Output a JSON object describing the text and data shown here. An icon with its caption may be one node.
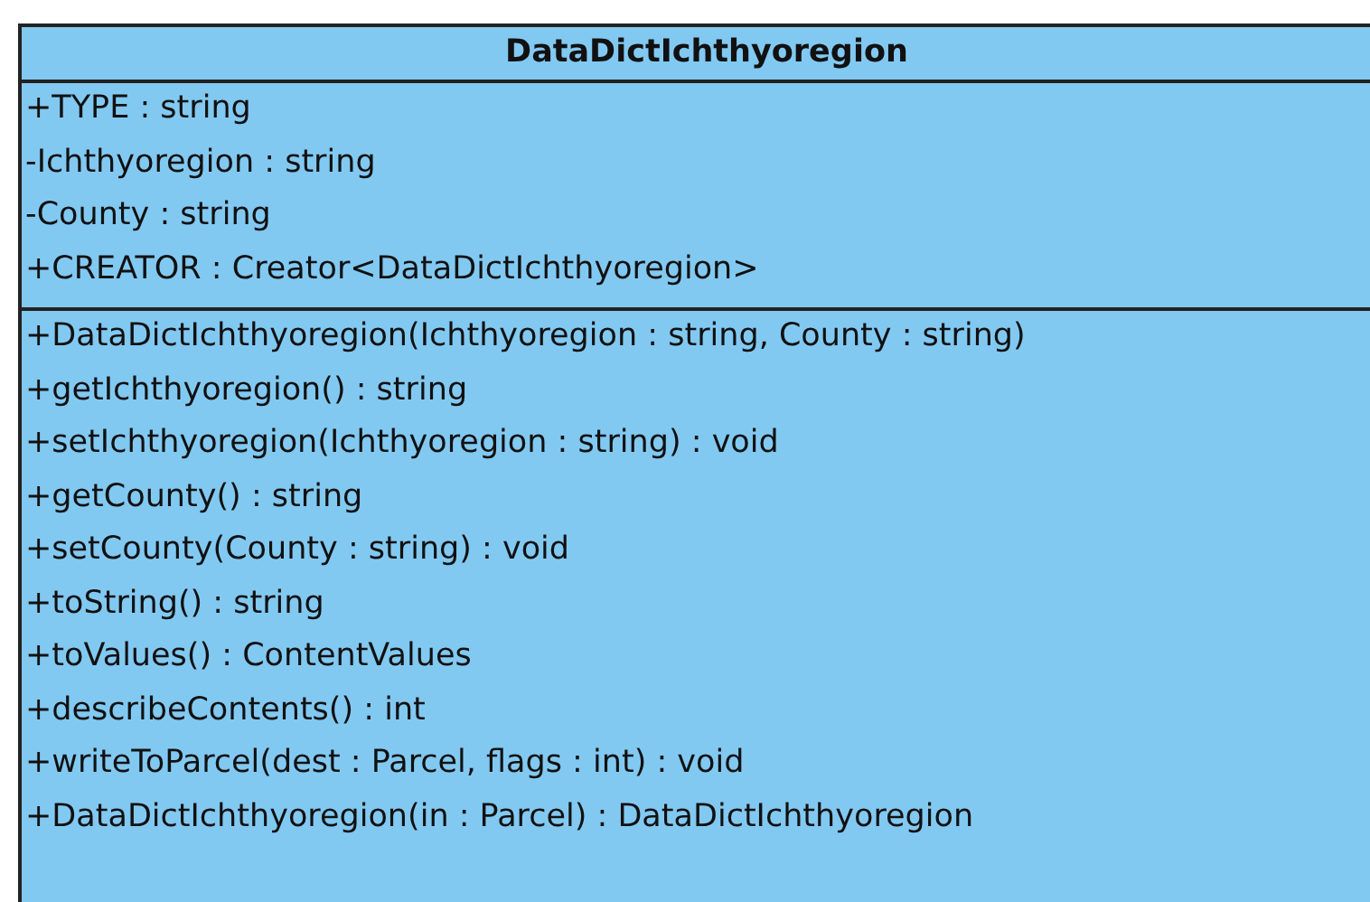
{
  "diagram": {
    "nodes": [
      {
        "text": [
          "DataDictIchthyoregion",
          "+TYPE : string",
          "-Ichthyoregion : string",
          "-County : string",
          "+CREATOR : Creator<DataDictIchthyoregion>",
          "+DataDictIchthyoregion(Ichthyoregion : string, County : string)",
          "+getIchthyoregion() : string",
          "+setIchthyoregion(Ichthyoregion : string) : void",
          "+getCounty() : string",
          "+setCounty(County : string) : void",
          "+toString() : string",
          "+toValues() : ContentValues",
          "+describeContents() : int",
          "+writeToParcel(dest : Parcel, flags : int) : void",
          "+DataDictIchthyoregion(in : Parcel) : DataDictIchthyoregion"
        ]
      }
    ]
  }
}
